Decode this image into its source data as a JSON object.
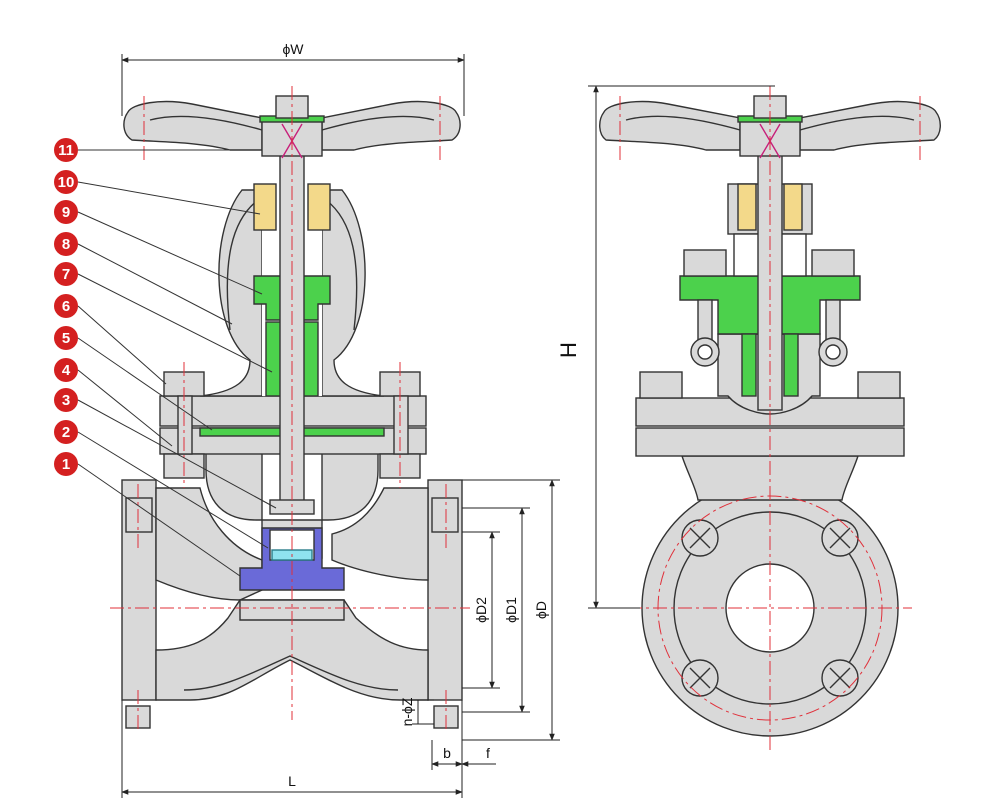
{
  "dimensions": {
    "handwheel_diameter": "ϕW",
    "height": "H",
    "length": "L",
    "flange_d": "ϕD",
    "flange_d1": "ϕD1",
    "flange_d2": "ϕD2",
    "bolt_holes": "n-ϕZ",
    "flange_thickness_b": "b",
    "raised_face_f": "f"
  },
  "callouts": [
    "1",
    "2",
    "3",
    "4",
    "5",
    "6",
    "7",
    "8",
    "9",
    "10",
    "11"
  ],
  "colors": {
    "body": "#d9d9d9",
    "outline": "#333333",
    "centerline": "#e0303a",
    "dimension": "#222222",
    "disc": "#6a6ad8",
    "packing": "#4cd14c",
    "bushing": "#f3d98a",
    "callout_badge": "#d42020",
    "gasket": "#4cd14c"
  }
}
